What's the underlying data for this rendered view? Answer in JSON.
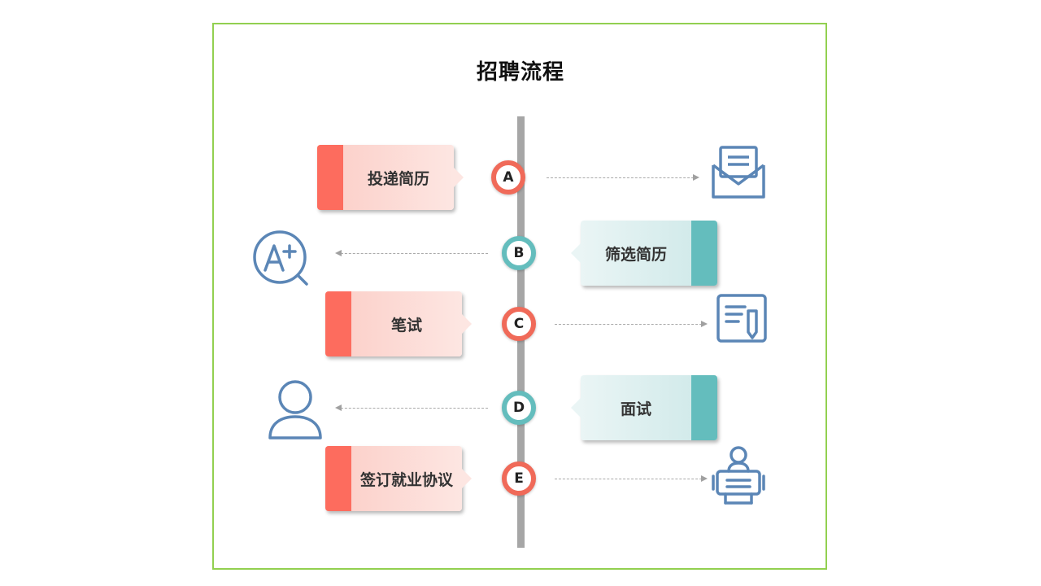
{
  "title": "招聘流程",
  "colors": {
    "frame": "#92d050",
    "red_accent": "#fd6c5e",
    "teal_accent": "#64bdbd",
    "icon_blue": "#5b86b6",
    "timeline": "#a6a6a6"
  },
  "steps": [
    {
      "letter": "A",
      "label": "投递简历",
      "side": "left",
      "color": "red",
      "icon": "envelope-icon"
    },
    {
      "letter": "B",
      "label": "筛选简历",
      "side": "right",
      "color": "teal",
      "icon": "grade-search-icon"
    },
    {
      "letter": "C",
      "label": "笔试",
      "side": "left",
      "color": "red",
      "icon": "document-pencil-icon"
    },
    {
      "letter": "D",
      "label": "面试",
      "side": "right",
      "color": "teal",
      "icon": "user-icon"
    },
    {
      "letter": "E",
      "label": "签订就业协议",
      "side": "left",
      "color": "red",
      "icon": "person-desk-icon"
    }
  ]
}
